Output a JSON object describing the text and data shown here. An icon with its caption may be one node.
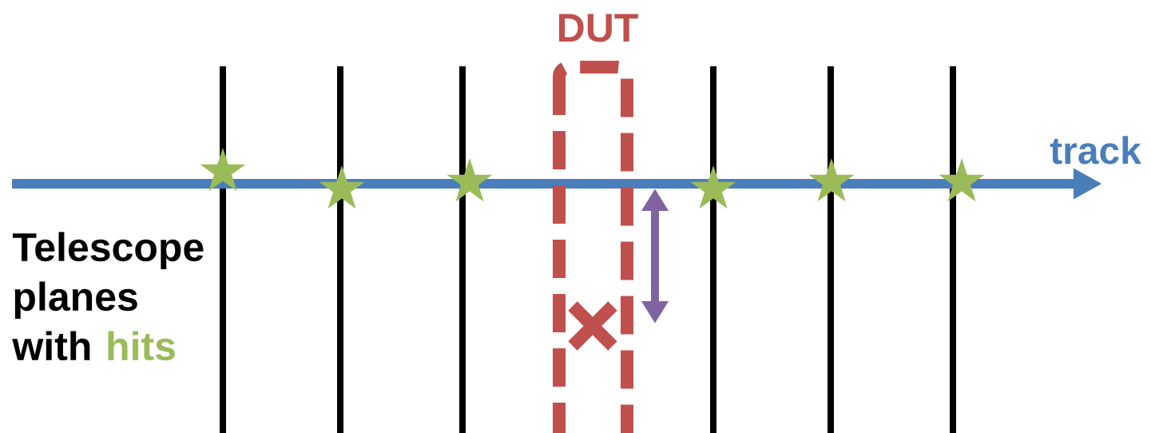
{
  "diagram": {
    "nodes": [
      {
        "text": [
          "DUT"
        ]
      }
    ],
    "labels": [
      "track",
      "Telescope planes with",
      "hits"
    ]
  }
}
